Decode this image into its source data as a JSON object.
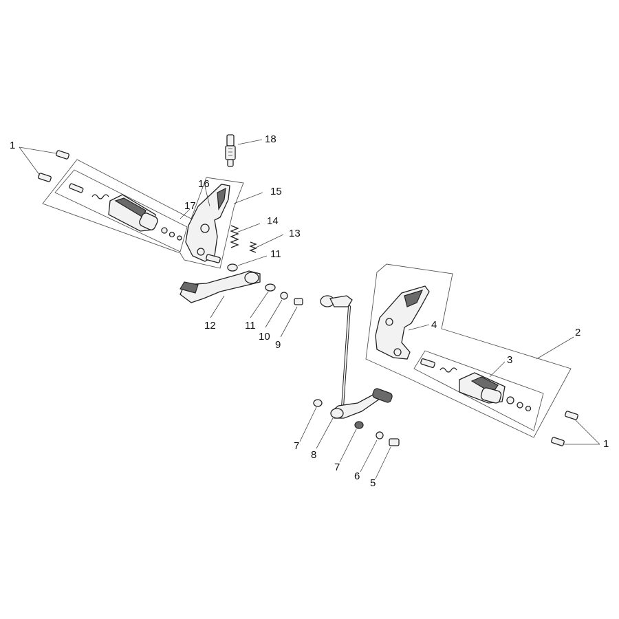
{
  "diagram": {
    "callouts": [
      {
        "key": "c1a",
        "text": "1"
      },
      {
        "key": "c18",
        "text": "18"
      },
      {
        "key": "c16",
        "text": "16"
      },
      {
        "key": "c15",
        "text": "15"
      },
      {
        "key": "c17",
        "text": "17"
      },
      {
        "key": "c14",
        "text": "14"
      },
      {
        "key": "c13",
        "text": "13"
      },
      {
        "key": "c11a",
        "text": "11"
      },
      {
        "key": "c12",
        "text": "12"
      },
      {
        "key": "c11b",
        "text": "11"
      },
      {
        "key": "c10",
        "text": "10"
      },
      {
        "key": "c9",
        "text": "9"
      },
      {
        "key": "c2",
        "text": "2"
      },
      {
        "key": "c4",
        "text": "4"
      },
      {
        "key": "c3",
        "text": "3"
      },
      {
        "key": "c1b",
        "text": "1"
      },
      {
        "key": "c7a",
        "text": "7"
      },
      {
        "key": "c8",
        "text": "8"
      },
      {
        "key": "c7b",
        "text": "7"
      },
      {
        "key": "c6",
        "text": "6"
      },
      {
        "key": "c5",
        "text": "5"
      }
    ]
  }
}
